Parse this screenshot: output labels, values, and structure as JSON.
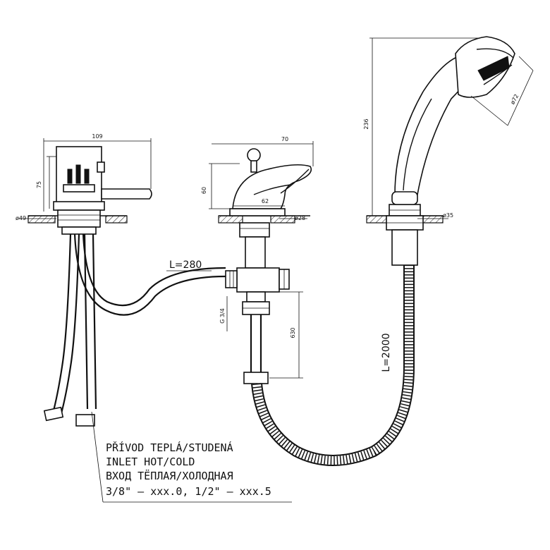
{
  "dimensions": {
    "lever_width": "109",
    "lever_height": "75",
    "lever_hole": "ø49",
    "spout_width": "70",
    "spout_height": "60",
    "spout_reach": "62",
    "spout_hole": "ø28",
    "shower_height": "236",
    "shower_head": "ø72",
    "shower_hole": "ø35",
    "thread": "G 3/4",
    "body_length": "630"
  },
  "hoses": {
    "connection_length": "L=280",
    "shower_hose_length": "L=2000"
  },
  "note": {
    "line1": "PŘÍVOD TEPLÁ/STUDENÁ",
    "line2": "INLET HOT/COLD",
    "line3": "ВХОД ТЁПЛАЯ/ХОЛОДНАЯ",
    "line4": "3/8\" – xxx.0, 1/2\" – xxx.5"
  },
  "colors": {
    "line": "#111111",
    "background": "#ffffff"
  }
}
